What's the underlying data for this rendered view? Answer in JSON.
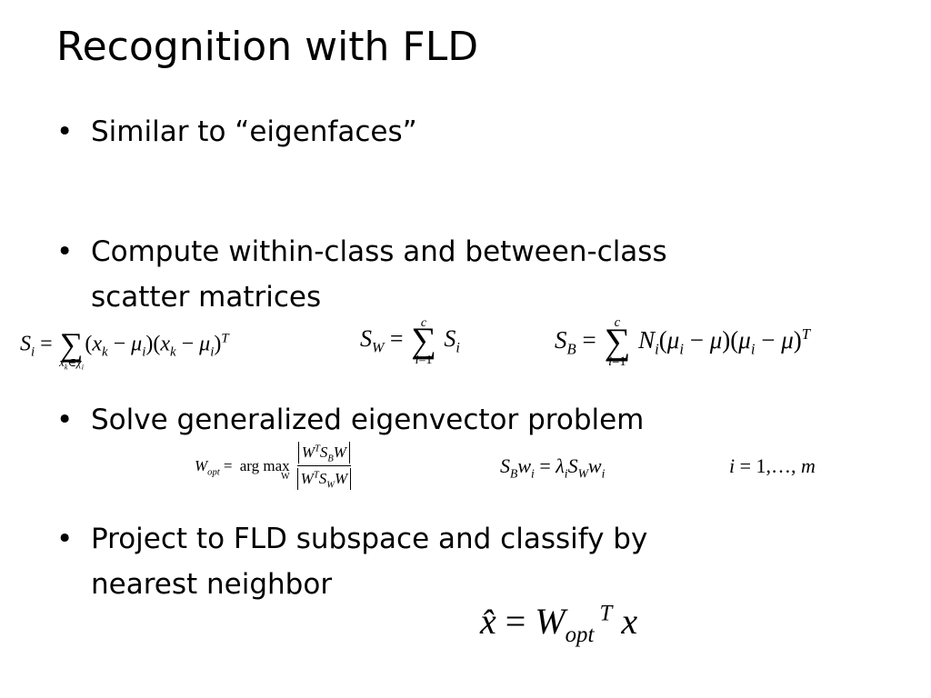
{
  "slide": {
    "title": "Recognition with FLD",
    "bullets": [
      {
        "symbol": "•",
        "text": "Similar to “eigenfaces”"
      },
      {
        "symbol": "•",
        "text": "Compute within-class and between-class\nscatter matrices"
      },
      {
        "symbol": "•",
        "text": "Solve generalized eigenvector problem"
      },
      {
        "symbol": "•",
        "text": "Project to FLD subspace and classify by\nnearest neighbor"
      }
    ]
  }
}
